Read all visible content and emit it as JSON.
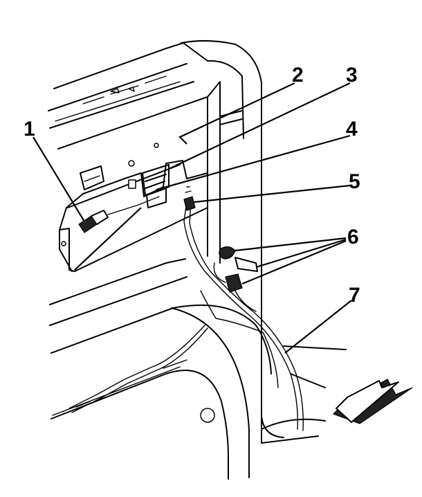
{
  "callouts": {
    "c1": "1",
    "c2": "2",
    "c3": "3",
    "c4": "4",
    "c5": "5",
    "c6": "6",
    "c7": "7"
  },
  "colors": {
    "line": "#000000",
    "background": "#ffffff",
    "arrow_fill": "#ffffff",
    "arrow_shadow": "#222222"
  },
  "icons": {
    "direction_arrow": "forward-arrow-icon"
  }
}
